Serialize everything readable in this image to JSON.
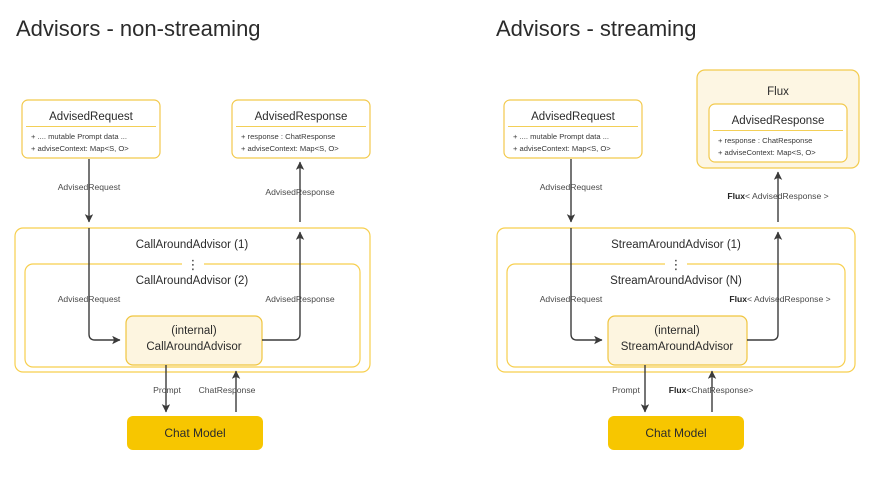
{
  "panels": [
    {
      "id": "non-streaming",
      "title": "Advisors - non-streaming",
      "request_class": {
        "name": "AdvisedRequest",
        "attributes": [
          "+ .... mutable Prompt data ...",
          "+ adviseContext: Map<S, O>"
        ]
      },
      "response_class": {
        "name": "AdvisedResponse",
        "attributes": [
          "+ response : ChatResponse",
          "+ adviseContext: Map<S, O>"
        ]
      },
      "wrapper": null,
      "outer_group_label": "CallAroundAdvisor (1)",
      "inner_group_label": "CallAroundAdvisor (2)",
      "ellipsis": "⋮",
      "internal_box": {
        "line1": "(internal)",
        "line2": "CallAroundAdvisor"
      },
      "model_box_label": "Chat Model",
      "edges": {
        "request_top": "AdvisedRequest",
        "response_top": "AdvisedResponse",
        "request_inner": "AdvisedRequest",
        "response_inner": "AdvisedResponse",
        "prompt": "Prompt",
        "model_response": "ChatResponse"
      },
      "bold_prefixes": {
        "response_top": "",
        "response_inner": "",
        "model_response": ""
      }
    },
    {
      "id": "streaming",
      "title": "Advisors - streaming",
      "request_class": {
        "name": "AdvisedRequest",
        "attributes": [
          "+ .... mutable Prompt data ...",
          "+ adviseContext: Map<S, O>"
        ]
      },
      "response_class": {
        "name": "AdvisedResponse",
        "attributes": [
          "+ response : ChatResponse",
          "+ adviseContext: Map<S, O>"
        ]
      },
      "wrapper": "Flux",
      "outer_group_label": "StreamAroundAdvisor (1)",
      "inner_group_label": "StreamAroundAdvisor (N)",
      "ellipsis": "⋮",
      "internal_box": {
        "line1": "(internal)",
        "line2": "StreamAroundAdvisor"
      },
      "model_box_label": "Chat Model",
      "edges": {
        "request_top": "AdvisedRequest",
        "response_top": "< AdvisedResponse >",
        "request_inner": "AdvisedRequest",
        "response_inner": "< AdvisedResponse >",
        "prompt": "Prompt",
        "model_response": "<ChatResponse>"
      },
      "bold_prefixes": {
        "response_top": "Flux",
        "response_inner": "Flux",
        "model_response": "Flux"
      }
    }
  ],
  "colors": {
    "accent_yellow": "#f2c94c",
    "model_fill": "#f7c600",
    "internal_fill": "#fdf5e0",
    "flux_fill": "#fdf6e3",
    "arrow_stroke": "#3b3b3b",
    "text": "#2b2b2b",
    "background": "#ffffff"
  }
}
